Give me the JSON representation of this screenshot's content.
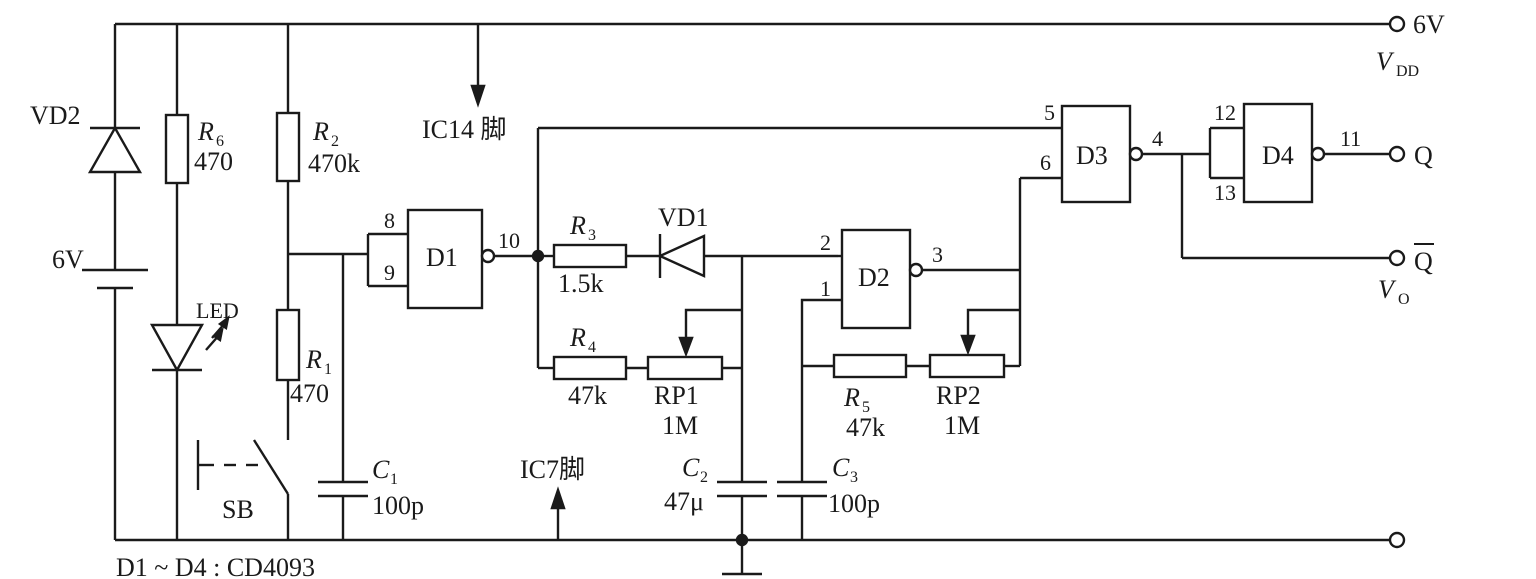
{
  "supply": {
    "terminal_voltage": "6V",
    "vdd_label": "V",
    "vdd_sub": "DD",
    "battery_voltage": "6V"
  },
  "components": {
    "vd2": "VD2",
    "r6": {
      "name": "R",
      "sub": "6",
      "value": "470"
    },
    "led": "LED",
    "r2": {
      "name": "R",
      "sub": "2",
      "value": "470k"
    },
    "r1": {
      "name": "R",
      "sub": "1",
      "value": "470"
    },
    "sb": "SB",
    "c1": {
      "name": "C",
      "sub": "1",
      "value": "100p"
    },
    "d1": "D1",
    "d2": "D2",
    "d3": "D3",
    "d4": "D4",
    "r3": {
      "name": "R",
      "sub": "3",
      "value": "1.5k"
    },
    "vd1": "VD1",
    "r4": {
      "name": "R",
      "sub": "4",
      "value": "47k"
    },
    "rp1": {
      "name": "RP1",
      "value": "1M"
    },
    "c2": {
      "name": "C",
      "sub": "2",
      "value": "47μ"
    },
    "c3": {
      "name": "C",
      "sub": "3",
      "value": "100p"
    },
    "r5": {
      "name": "R",
      "sub": "5",
      "value": "47k"
    },
    "rp2": {
      "name": "RP2",
      "value": "1M"
    }
  },
  "pins": {
    "d1_in_a": "8",
    "d1_in_b": "9",
    "d1_out": "10",
    "d2_in_a": "2",
    "d2_in_b": "1",
    "d2_out": "3",
    "d3_in_a": "5",
    "d3_in_b": "6",
    "d3_out": "4",
    "d4_in_a": "12",
    "d4_in_b": "13",
    "d4_out": "11"
  },
  "notes": {
    "ic14": "IC14 脚",
    "ic7": "IC7脚",
    "ic_type": "D1 ~ D4 : CD4093"
  },
  "outputs": {
    "q": "Q",
    "q_bar": "Q",
    "vo_label": "V",
    "vo_sub": "O"
  }
}
